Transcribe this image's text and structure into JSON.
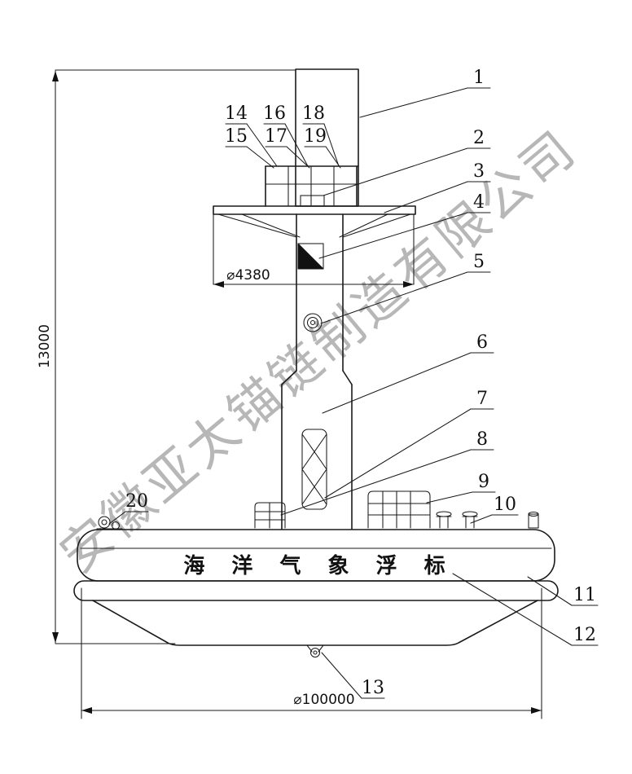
{
  "watermark": "安徽亚太锚链制造有限公司",
  "hull_text": "海 洋 气 象 浮 标",
  "dims": {
    "height": "13000",
    "tower": "⌀4380",
    "diameter": "⌀100000"
  },
  "callouts": {
    "n1": "1",
    "n2": "2",
    "n3": "3",
    "n4": "4",
    "n5": "5",
    "n6": "6",
    "n7": "7",
    "n8": "8",
    "n9": "9",
    "n10": "10",
    "n11": "11",
    "n12": "12",
    "n13": "13",
    "n14": "14",
    "n15": "15",
    "n16": "16",
    "n17": "17",
    "n18": "18",
    "n19": "19",
    "n20": "20"
  }
}
